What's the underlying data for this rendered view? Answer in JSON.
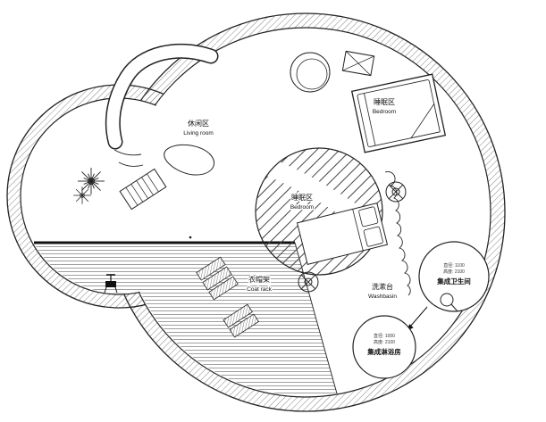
{
  "colors": {
    "ink": "#1a1a1a",
    "hatch": "#666666",
    "paper": "#ffffff"
  },
  "zones": {
    "living": {
      "zh": "休闲区",
      "en": "Living room"
    },
    "bedroom_upper": {
      "zh": "睡眠区",
      "en": "Bedroom"
    },
    "bedroom_center": {
      "zh": "睡眠区",
      "en": "Bedroom"
    },
    "coat_rack": {
      "zh": "衣帽架",
      "en": "Coat rack"
    },
    "washbasin": {
      "zh": "洗漱台",
      "en": "Washbasin"
    },
    "bathroom_pod": {
      "size_line1": "直径: 1100",
      "size_line2": "高度: 2100",
      "name": "集成卫生间"
    },
    "shower_pod": {
      "size_line1": "直径: 1000",
      "size_line2": "高度: 2100",
      "name": "集成淋浴房"
    }
  }
}
